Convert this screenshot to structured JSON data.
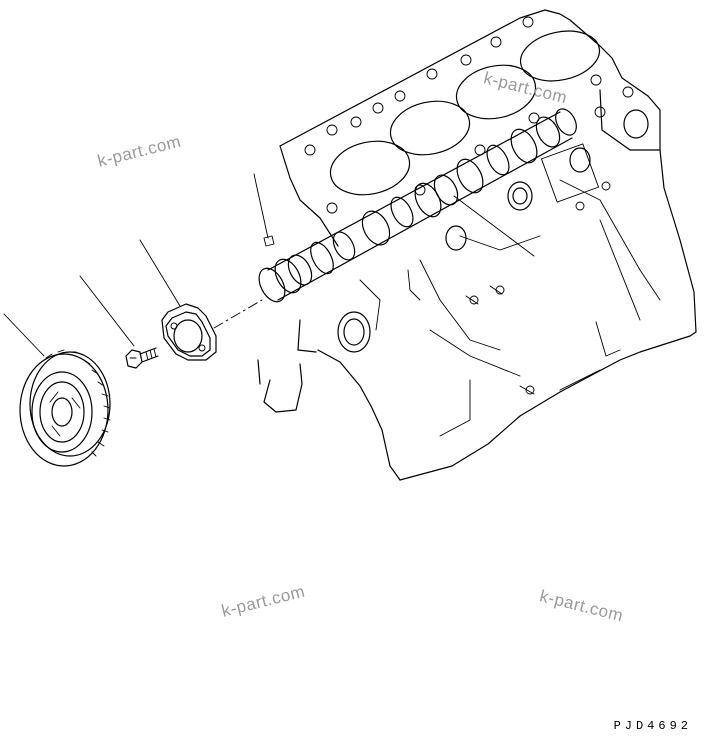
{
  "watermarks": [
    "k-part.com",
    "k-part.com",
    "k-part.com",
    "k-part.com"
  ],
  "drawing_code": "PJD4692"
}
